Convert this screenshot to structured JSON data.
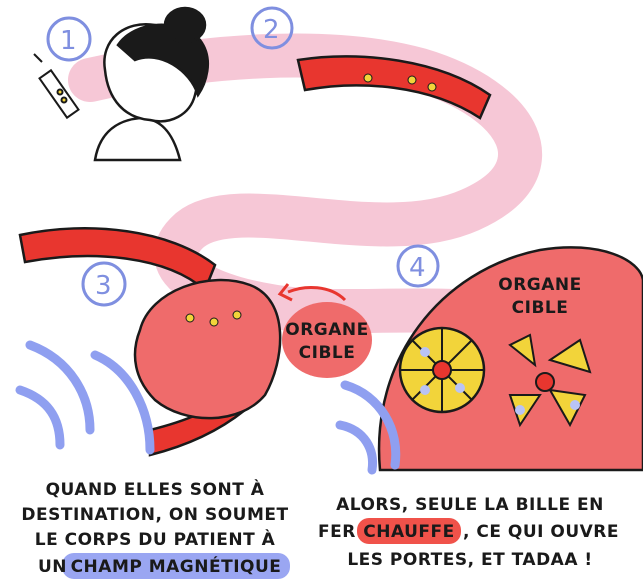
{
  "steps": [
    {
      "number": "1"
    },
    {
      "number": "2"
    },
    {
      "number": "3"
    },
    {
      "number": "4"
    }
  ],
  "label_organe_cible_left": {
    "line1": "ORGANE",
    "line2": "CIBLE"
  },
  "label_organe_cible_right": {
    "line1": "ORGANE",
    "line2": "CIBLE"
  },
  "caption_left": {
    "line1": "QUAND ELLES SONT À",
    "line2": "DESTINATION, ON SOUMET",
    "line3": "LE CORPS DU PATIENT À",
    "line4_prefix": "UN",
    "line4_highlight": "CHAMP MAGNÉTIQUE"
  },
  "caption_right": {
    "line1": "ALORS, SEULE LA BILLE EN",
    "line2_prefix": "FER",
    "line2_highlight": "CHAUFFE",
    "line2_suffix": ", CE QUI OUVRE",
    "line3": "LES PORTES, ET TADAA !"
  },
  "colors": {
    "vessel_red": "#e8362f",
    "organ_pink": "#ef6b6b",
    "path_pink": "#f6c7d6",
    "number_blue": "#7f8fe0",
    "wave_blue": "#8f9ff0",
    "highlight_blue": "#9aa6f2",
    "highlight_red": "#f0524a",
    "particle_yellow": "#f2d43a"
  }
}
